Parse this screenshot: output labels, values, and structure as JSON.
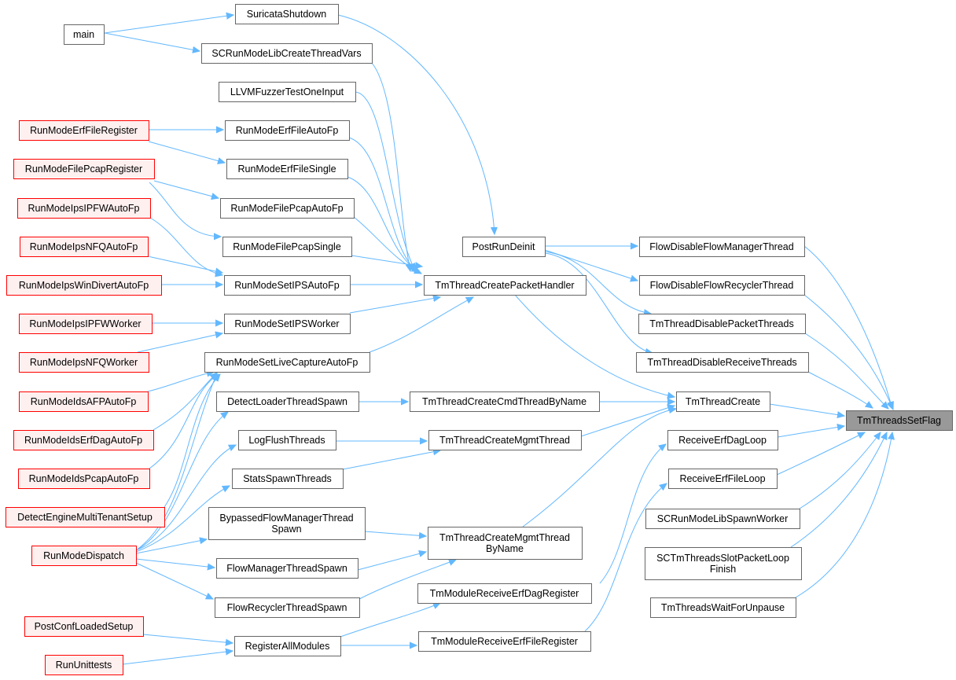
{
  "colors": {
    "edge": "#63b8ff",
    "node_border": "#666666",
    "node_fill": "#ffffff",
    "red_border": "#ff0000",
    "red_fill": "#fff0f0",
    "target_fill": "#999999",
    "target_border": "#666666"
  },
  "nodes": [
    {
      "id": "main",
      "lines": [
        "main"
      ],
      "style": "normal"
    },
    {
      "id": "suricata_shutdown",
      "lines": [
        "SuricataShutdown"
      ],
      "style": "normal"
    },
    {
      "id": "scrunmode_lib_create",
      "lines": [
        "SCRunModeLibCreateThreadVars"
      ],
      "style": "normal"
    },
    {
      "id": "llvm_fuzzer",
      "lines": [
        "LLVMFuzzerTestOneInput"
      ],
      "style": "normal"
    },
    {
      "id": "runmode_erffile_register",
      "lines": [
        "RunModeErfFileRegister"
      ],
      "style": "red"
    },
    {
      "id": "runmode_erffile_autofp",
      "lines": [
        "RunModeErfFileAutoFp"
      ],
      "style": "normal"
    },
    {
      "id": "runmode_erffile_single",
      "lines": [
        "RunModeErfFileSingle"
      ],
      "style": "normal"
    },
    {
      "id": "runmode_filepcap_register",
      "lines": [
        "RunModeFilePcapRegister"
      ],
      "style": "red"
    },
    {
      "id": "runmode_filepcap_autofp",
      "lines": [
        "RunModeFilePcapAutoFp"
      ],
      "style": "normal"
    },
    {
      "id": "runmode_ipsipfw_autofp",
      "lines": [
        "RunModeIpsIPFWAutoFp"
      ],
      "style": "red"
    },
    {
      "id": "runmode_filepcap_single",
      "lines": [
        "RunModeFilePcapSingle"
      ],
      "style": "normal"
    },
    {
      "id": "runmode_ipsnfq_autofp",
      "lines": [
        "RunModeIpsNFQAutoFp"
      ],
      "style": "red"
    },
    {
      "id": "runmode_ipswindivert_autofp",
      "lines": [
        "RunModeIpsWinDivertAutoFp"
      ],
      "style": "red"
    },
    {
      "id": "runmode_setips_autofp",
      "lines": [
        "RunModeSetIPSAutoFp"
      ],
      "style": "normal"
    },
    {
      "id": "runmode_ipsipfw_worker",
      "lines": [
        "RunModeIpsIPFWWorker"
      ],
      "style": "red"
    },
    {
      "id": "runmode_setips_worker",
      "lines": [
        "RunModeSetIPSWorker"
      ],
      "style": "normal"
    },
    {
      "id": "runmode_ipsnfq_worker",
      "lines": [
        "RunModeIpsNFQWorker"
      ],
      "style": "red"
    },
    {
      "id": "runmode_setlivecapture_autofp",
      "lines": [
        "RunModeSetLiveCaptureAutoFp"
      ],
      "style": "normal"
    },
    {
      "id": "runmode_idsafp_autofp",
      "lines": [
        "RunModeIdsAFPAutoFp"
      ],
      "style": "red"
    },
    {
      "id": "detect_loader_thread_spawn",
      "lines": [
        "DetectLoaderThreadSpawn"
      ],
      "style": "normal"
    },
    {
      "id": "runmode_idserfdag_autofp",
      "lines": [
        "RunModeIdsErfDagAutoFp"
      ],
      "style": "red"
    },
    {
      "id": "logflush_threads",
      "lines": [
        "LogFlushThreads"
      ],
      "style": "normal"
    },
    {
      "id": "runmode_idspcap_autofp",
      "lines": [
        "RunModeIdsPcapAutoFp"
      ],
      "style": "red"
    },
    {
      "id": "stats_spawn_threads",
      "lines": [
        "StatsSpawnThreads"
      ],
      "style": "normal"
    },
    {
      "id": "detect_engine_multitenant",
      "lines": [
        "DetectEngineMultiTenantSetup"
      ],
      "style": "red"
    },
    {
      "id": "bypassed_flowmanager_spawn",
      "lines": [
        "BypassedFlowManagerThread",
        "Spawn"
      ],
      "style": "normal"
    },
    {
      "id": "runmode_dispatch",
      "lines": [
        "RunModeDispatch"
      ],
      "style": "red"
    },
    {
      "id": "flowmanager_thread_spawn",
      "lines": [
        "FlowManagerThreadSpawn"
      ],
      "style": "normal"
    },
    {
      "id": "flowrecycler_thread_spawn",
      "lines": [
        "FlowRecyclerThreadSpawn"
      ],
      "style": "normal"
    },
    {
      "id": "postconf_loaded_setup",
      "lines": [
        "PostConfLoadedSetup"
      ],
      "style": "red"
    },
    {
      "id": "register_all_modules",
      "lines": [
        "RegisterAllModules"
      ],
      "style": "normal"
    },
    {
      "id": "run_unittests",
      "lines": [
        "RunUnittests"
      ],
      "style": "red"
    },
    {
      "id": "post_run_deinit",
      "lines": [
        "PostRunDeinit"
      ],
      "style": "normal"
    },
    {
      "id": "tmthread_create_packet_handler",
      "lines": [
        "TmThreadCreatePacketHandler"
      ],
      "style": "normal"
    },
    {
      "id": "tmthread_create_cmdthread_byname",
      "lines": [
        "TmThreadCreateCmdThreadByName"
      ],
      "style": "normal"
    },
    {
      "id": "tmthread_create_mgmtthread",
      "lines": [
        "TmThreadCreateMgmtThread"
      ],
      "style": "normal"
    },
    {
      "id": "tmthread_create_mgmtthread_byname",
      "lines": [
        "TmThreadCreateMgmtThread",
        "ByName"
      ],
      "style": "normal"
    },
    {
      "id": "tmmodule_receive_erfdag_register",
      "lines": [
        "TmModuleReceiveErfDagRegister"
      ],
      "style": "normal"
    },
    {
      "id": "tmmodule_receive_erffile_register",
      "lines": [
        "TmModuleReceiveErfFileRegister"
      ],
      "style": "normal"
    },
    {
      "id": "flow_disable_flowmanager_thread",
      "lines": [
        "FlowDisableFlowManagerThread"
      ],
      "style": "normal"
    },
    {
      "id": "flow_disable_flowrecycler_thread",
      "lines": [
        "FlowDisableFlowRecyclerThread"
      ],
      "style": "normal"
    },
    {
      "id": "tmthread_disable_packet_threads",
      "lines": [
        "TmThreadDisablePacketThreads"
      ],
      "style": "normal"
    },
    {
      "id": "tmthread_disable_receive_threads",
      "lines": [
        "TmThreadDisableReceiveThreads"
      ],
      "style": "normal"
    },
    {
      "id": "tmthread_create",
      "lines": [
        "TmThreadCreate"
      ],
      "style": "normal"
    },
    {
      "id": "receive_erfdag_loop",
      "lines": [
        "ReceiveErfDagLoop"
      ],
      "style": "normal"
    },
    {
      "id": "receive_erffile_loop",
      "lines": [
        "ReceiveErfFileLoop"
      ],
      "style": "normal"
    },
    {
      "id": "scrunmode_lib_spawn_worker",
      "lines": [
        "SCRunModeLibSpawnWorker"
      ],
      "style": "normal"
    },
    {
      "id": "sctmthreads_slot_packetloop_finish",
      "lines": [
        "SCTmThreadsSlotPacketLoop",
        "Finish"
      ],
      "style": "normal"
    },
    {
      "id": "tmthreads_wait_for_unpause",
      "lines": [
        "TmThreadsWaitForUnpause"
      ],
      "style": "normal"
    },
    {
      "id": "tmthreads_setflag",
      "lines": [
        "TmThreadsSetFlag"
      ],
      "style": "target"
    }
  ]
}
